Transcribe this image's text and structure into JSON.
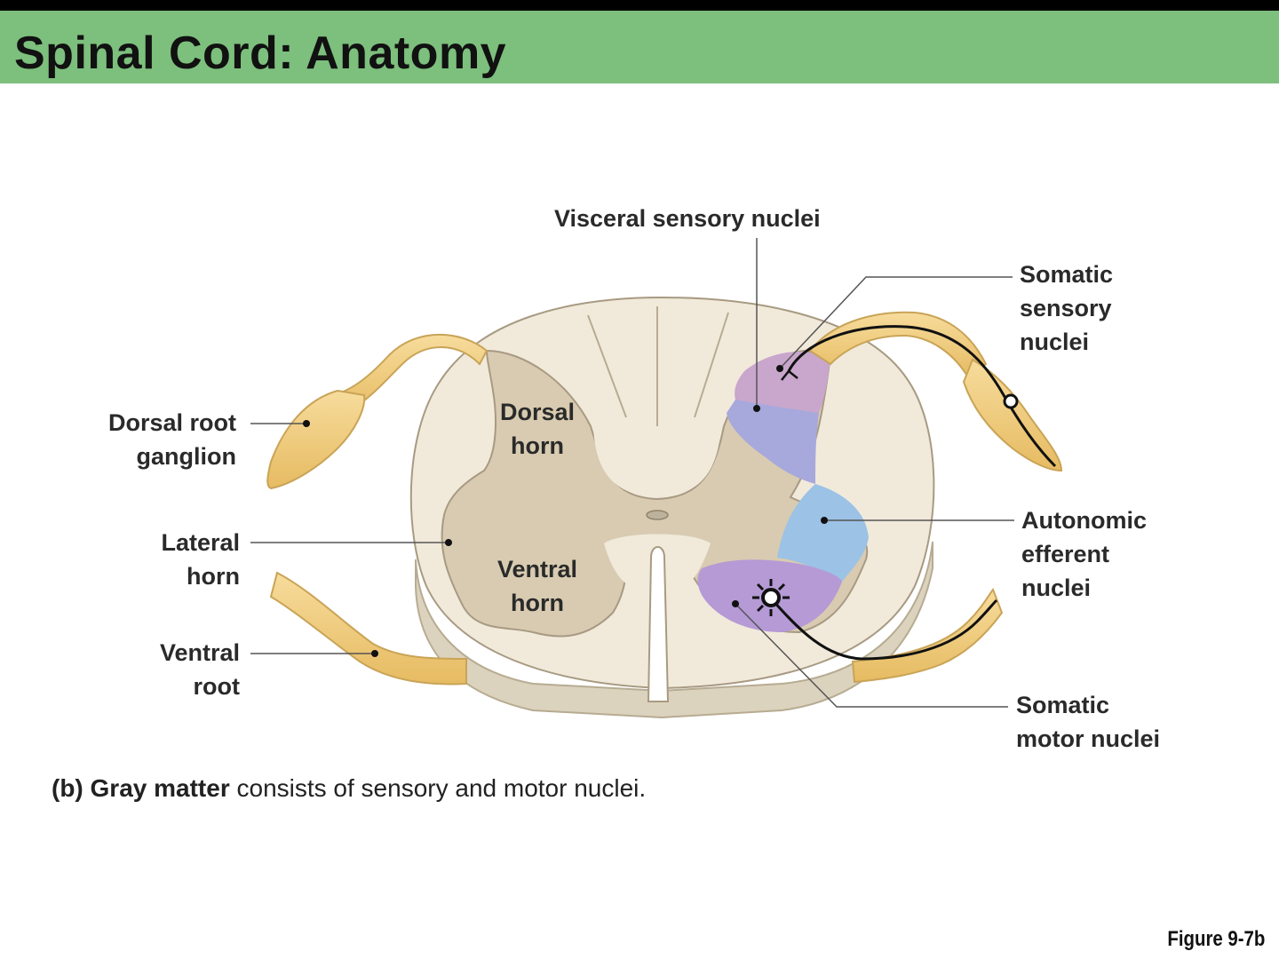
{
  "title": "Spinal Cord: Anatomy",
  "labels": {
    "visceral_sensory": "Visceral sensory nuclei",
    "somatic_sensory": [
      "Somatic",
      "sensory",
      "nuclei"
    ],
    "dorsal_root_ganglion": [
      "Dorsal root",
      "ganglion"
    ],
    "lateral_horn": [
      "Lateral",
      "horn"
    ],
    "ventral_root": [
      "Ventral",
      "root"
    ],
    "dorsal_horn": [
      "Dorsal",
      "horn"
    ],
    "ventral_horn": [
      "Ventral",
      "horn"
    ],
    "autonomic_efferent": [
      "Autonomic",
      "efferent",
      "nuclei"
    ],
    "somatic_motor": [
      "Somatic",
      "motor nuclei"
    ]
  },
  "caption": {
    "prefix": "(b) ",
    "bold": "Gray matter",
    "rest": " consists of sensory and motor nuclei."
  },
  "figure_ref": "Figure 9-7b",
  "colors": {
    "title_bar": "#7dbf7d",
    "white_matter": "#f1eadb",
    "gray_matter": "#d8cbb1",
    "nerve_root": "#f2cf86",
    "somatic_sensory": "#c9a6cc",
    "visceral_sensory": "#a7a8dc",
    "autonomic_efferent": "#9cc2e6",
    "somatic_motor": "#b59ad6"
  }
}
